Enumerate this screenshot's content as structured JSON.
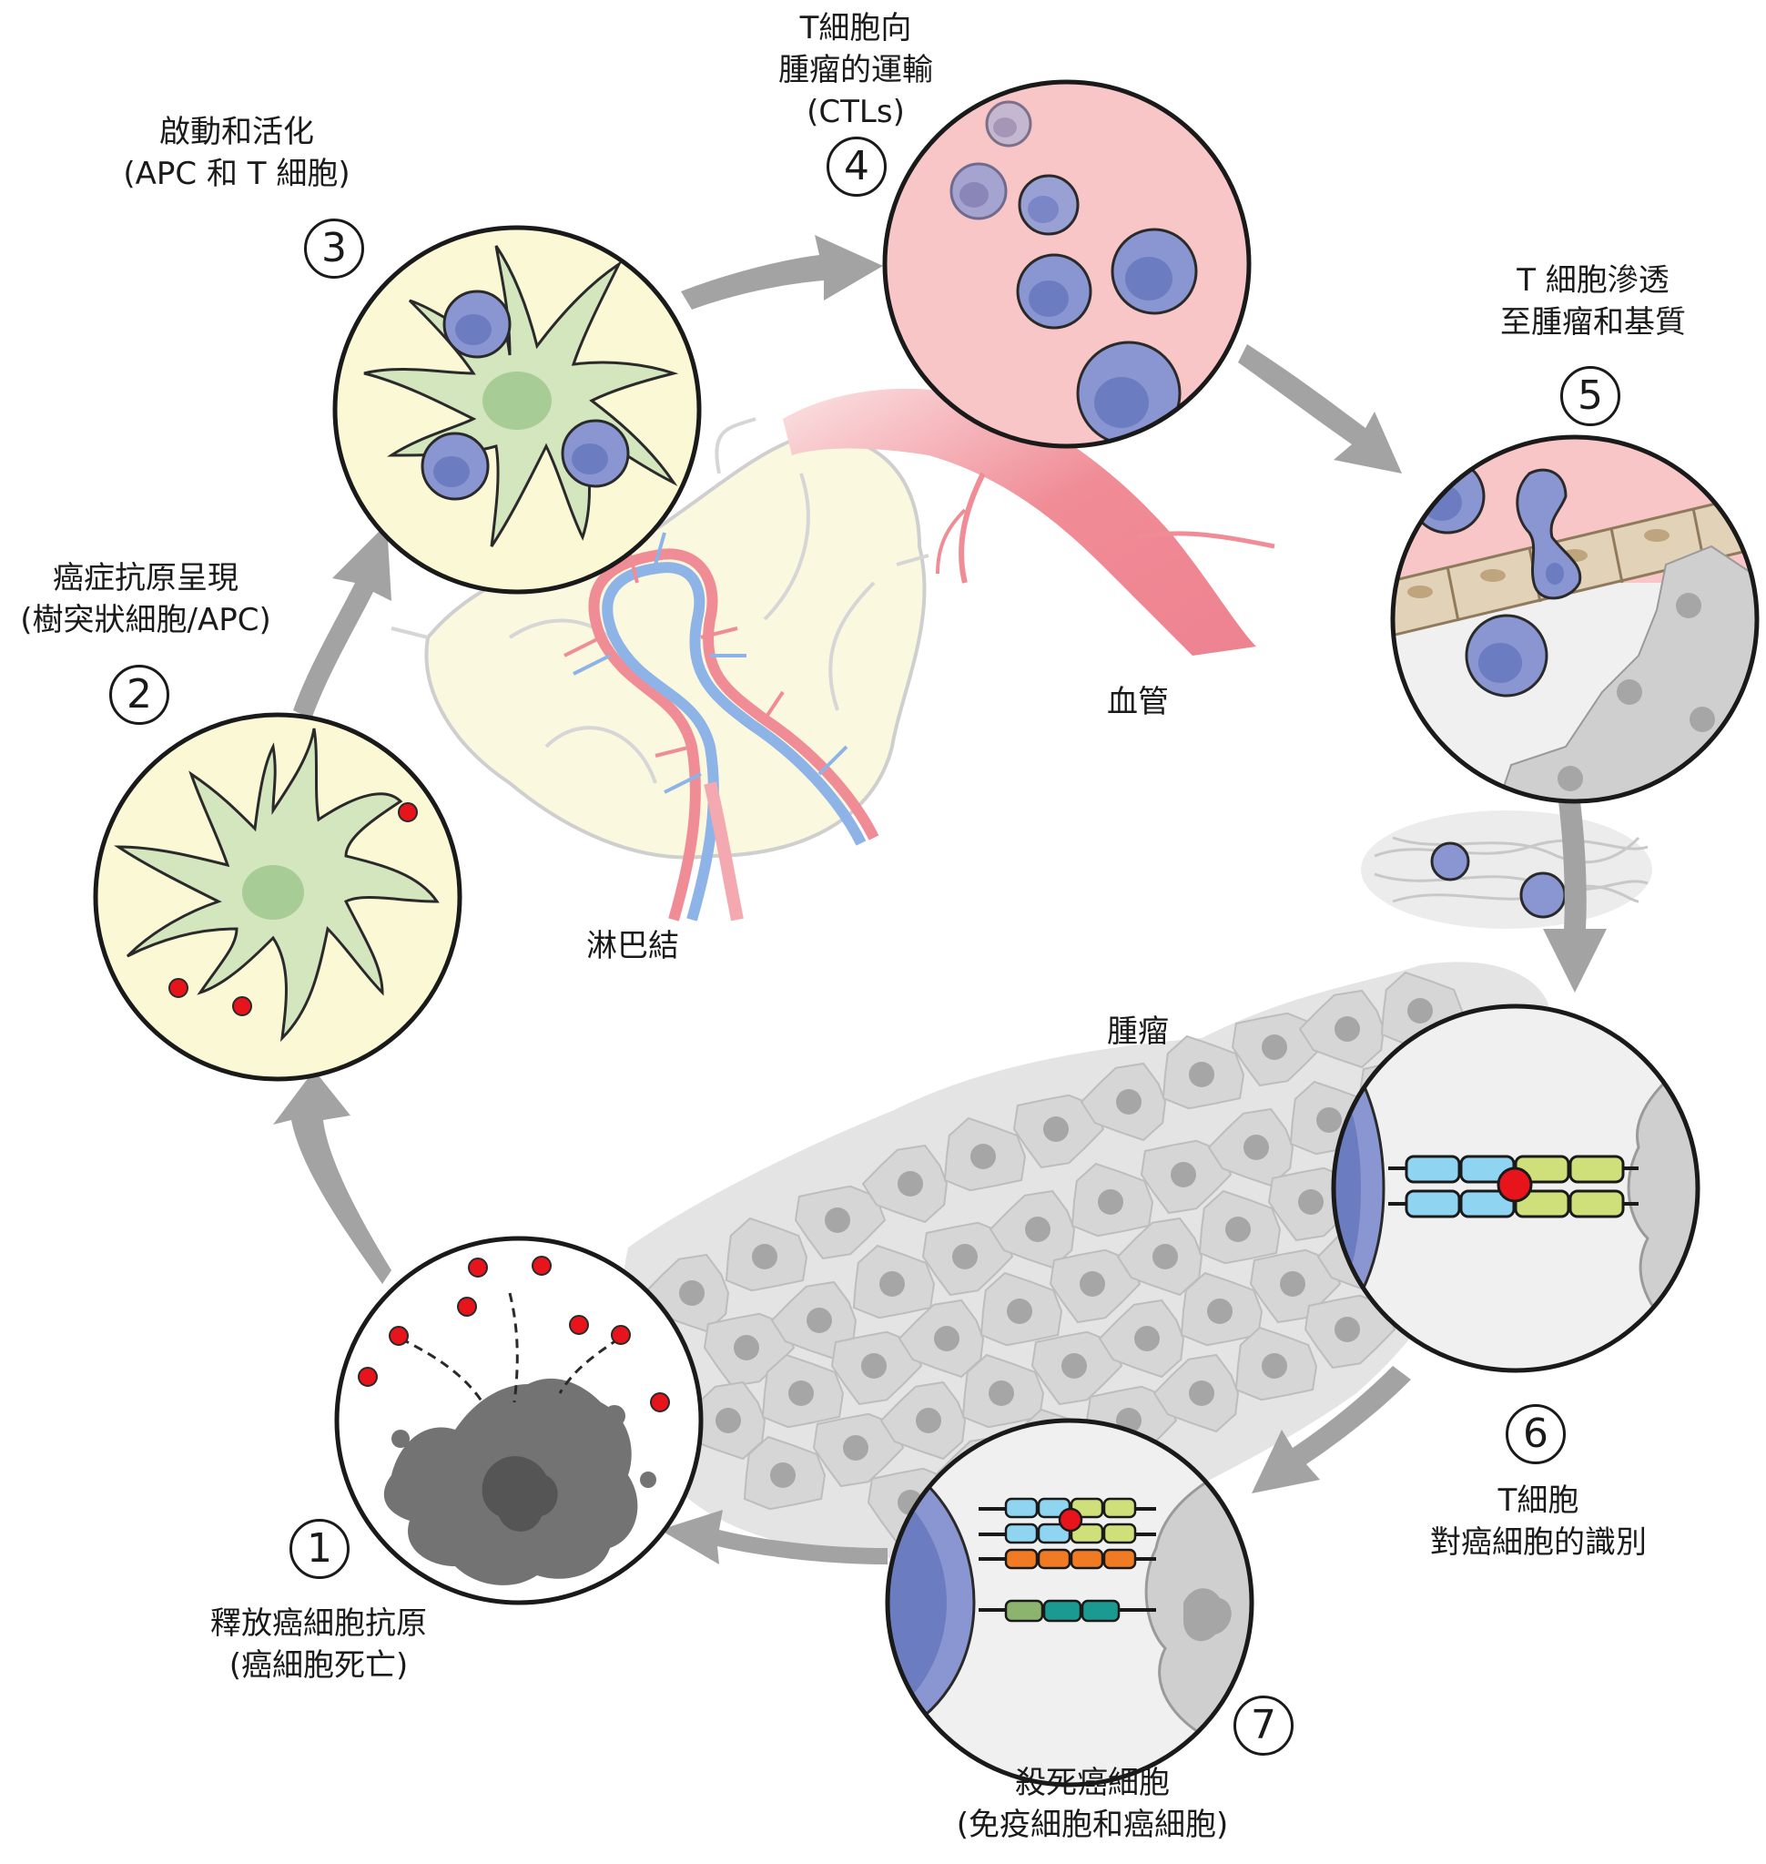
{
  "steps": [
    {
      "number": "1",
      "title": "釋放癌細胞抗原",
      "subtitle": "(癌細胞死亡)"
    },
    {
      "number": "2",
      "title": "癌症抗原呈現",
      "subtitle": "(樹突狀細胞/APC)"
    },
    {
      "number": "3",
      "title": "啟動和活化",
      "subtitle": "(APC 和 T 細胞)"
    },
    {
      "number": "4",
      "title_line1": "T細胞向",
      "title_line2": "腫瘤的運輸",
      "subtitle": "(CTLs)"
    },
    {
      "number": "5",
      "title_line1": "T 細胞滲透",
      "title_line2": "至腫瘤和基質"
    },
    {
      "number": "6",
      "title_line1": "T細胞",
      "title_line2": "對癌細胞的識別"
    },
    {
      "number": "7",
      "title": "殺死癌細胞",
      "subtitle": "(免疫細胞和癌細胞)"
    }
  ],
  "labels": {
    "lymph_node": "淋巴結",
    "blood_vessel": "血管",
    "tumor": "腫瘤"
  },
  "colors": {
    "dendritic_cell": "#d4e6be",
    "dendritic_nucleus": "#a8cc96",
    "t_cell": "#8a96d2",
    "t_cell_nucleus": "#6c7cc0",
    "antigen": "#e8141c",
    "tumor_cell": "#d2d2d2",
    "vessel": "#f08c96",
    "arrow": "#a0a0a0",
    "pale_yellow": "#fbf8d6",
    "pink_bg": "#f9c6c8"
  }
}
